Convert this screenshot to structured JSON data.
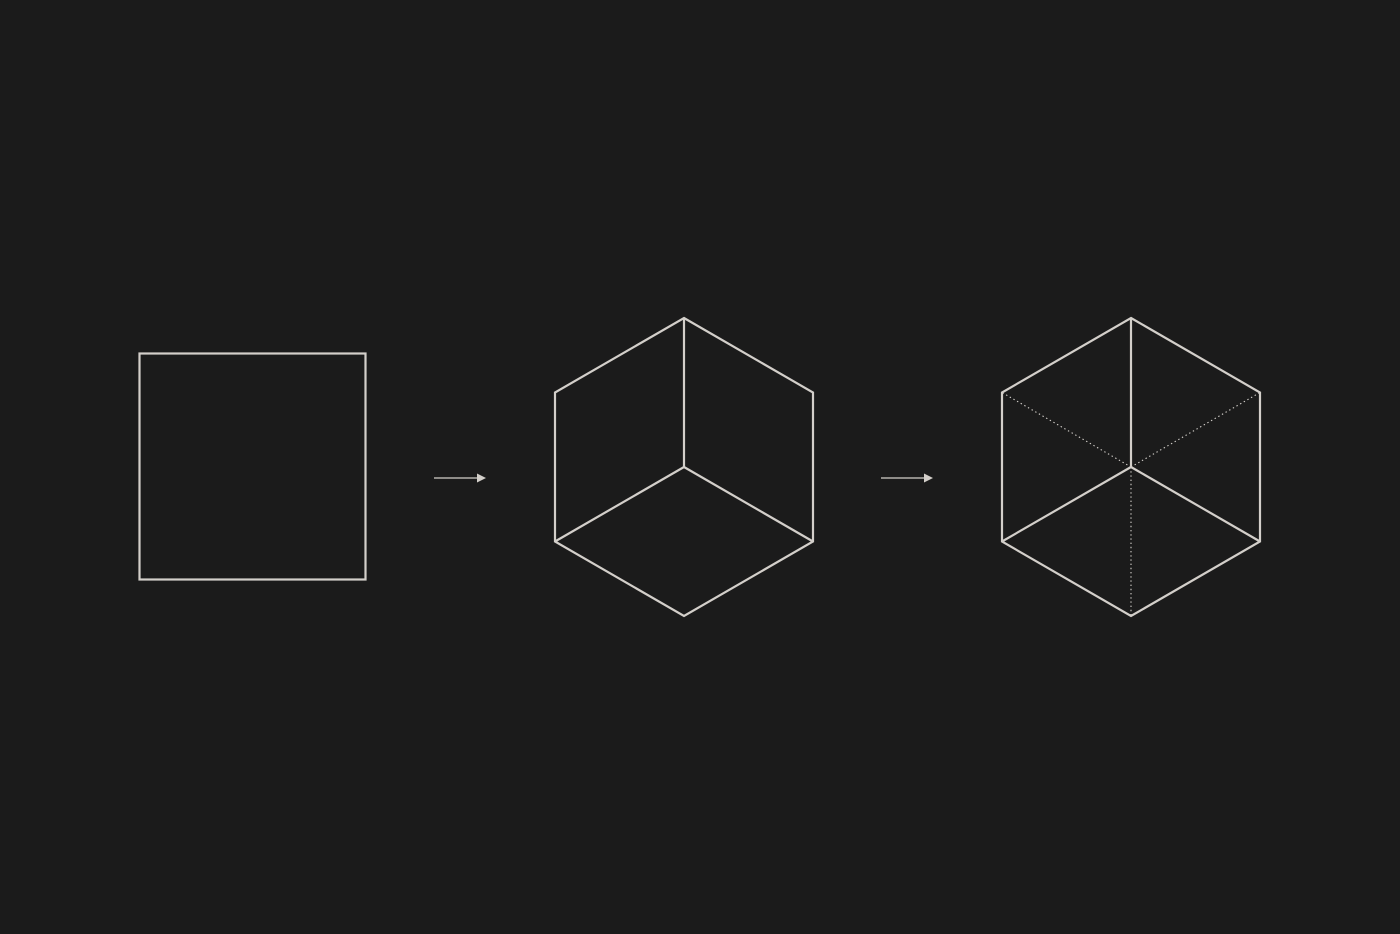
{
  "diagram": {
    "steps": [
      {
        "id": "square",
        "shape": "square"
      },
      {
        "id": "cube",
        "shape": "isometric-cube"
      },
      {
        "id": "hexagon",
        "shape": "hexagon-with-dotted-construction-lines"
      }
    ],
    "connectors": [
      {
        "from": "square",
        "to": "cube",
        "style": "arrow"
      },
      {
        "from": "cube",
        "to": "hexagon",
        "style": "arrow"
      }
    ]
  },
  "colors": {
    "background": "#1b1b1b",
    "line": "#d3cfca"
  }
}
